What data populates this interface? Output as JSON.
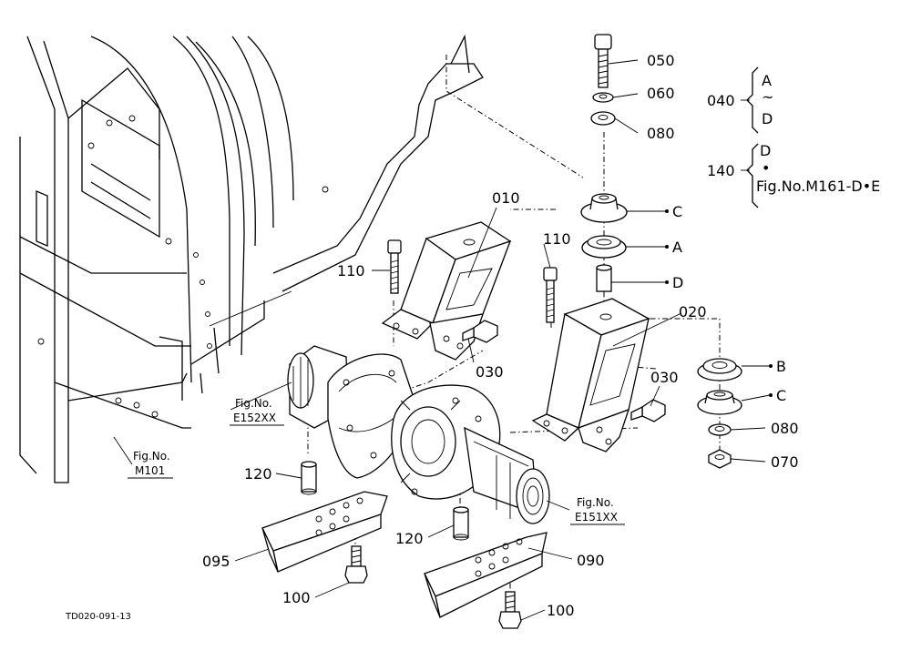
{
  "labels": {
    "p050": "050",
    "p060": "060",
    "p080_top": "080",
    "p040": "040",
    "p040_a": "A",
    "p040_tilde": "~",
    "p040_d": "D",
    "p140": "140",
    "p140_d": "D",
    "p140_dot": "•",
    "p140_fig": "Fig.No.M161-D•E",
    "p010": "010",
    "p110_left": "110",
    "p110_right": "110",
    "mark_c_top": "C",
    "mark_a": "A",
    "mark_d": "D",
    "p020": "020",
    "mark_b": "B",
    "mark_c_mid": "C",
    "p080_right": "080",
    "p070": "070",
    "p030_left": "030",
    "p030_right": "030",
    "fig_e152_a": "Fig.No.",
    "fig_e152_b": "E152XX",
    "fig_m101_a": "Fig.No.",
    "fig_m101_b": "M101",
    "fig_e151_a": "Fig.No.",
    "fig_e151_b": "E151XX",
    "p120_left": "120",
    "p120_right": "120",
    "p095": "095",
    "p090": "090",
    "p100_left": "100",
    "p100_right": "100",
    "code": "TD020-091-13"
  }
}
